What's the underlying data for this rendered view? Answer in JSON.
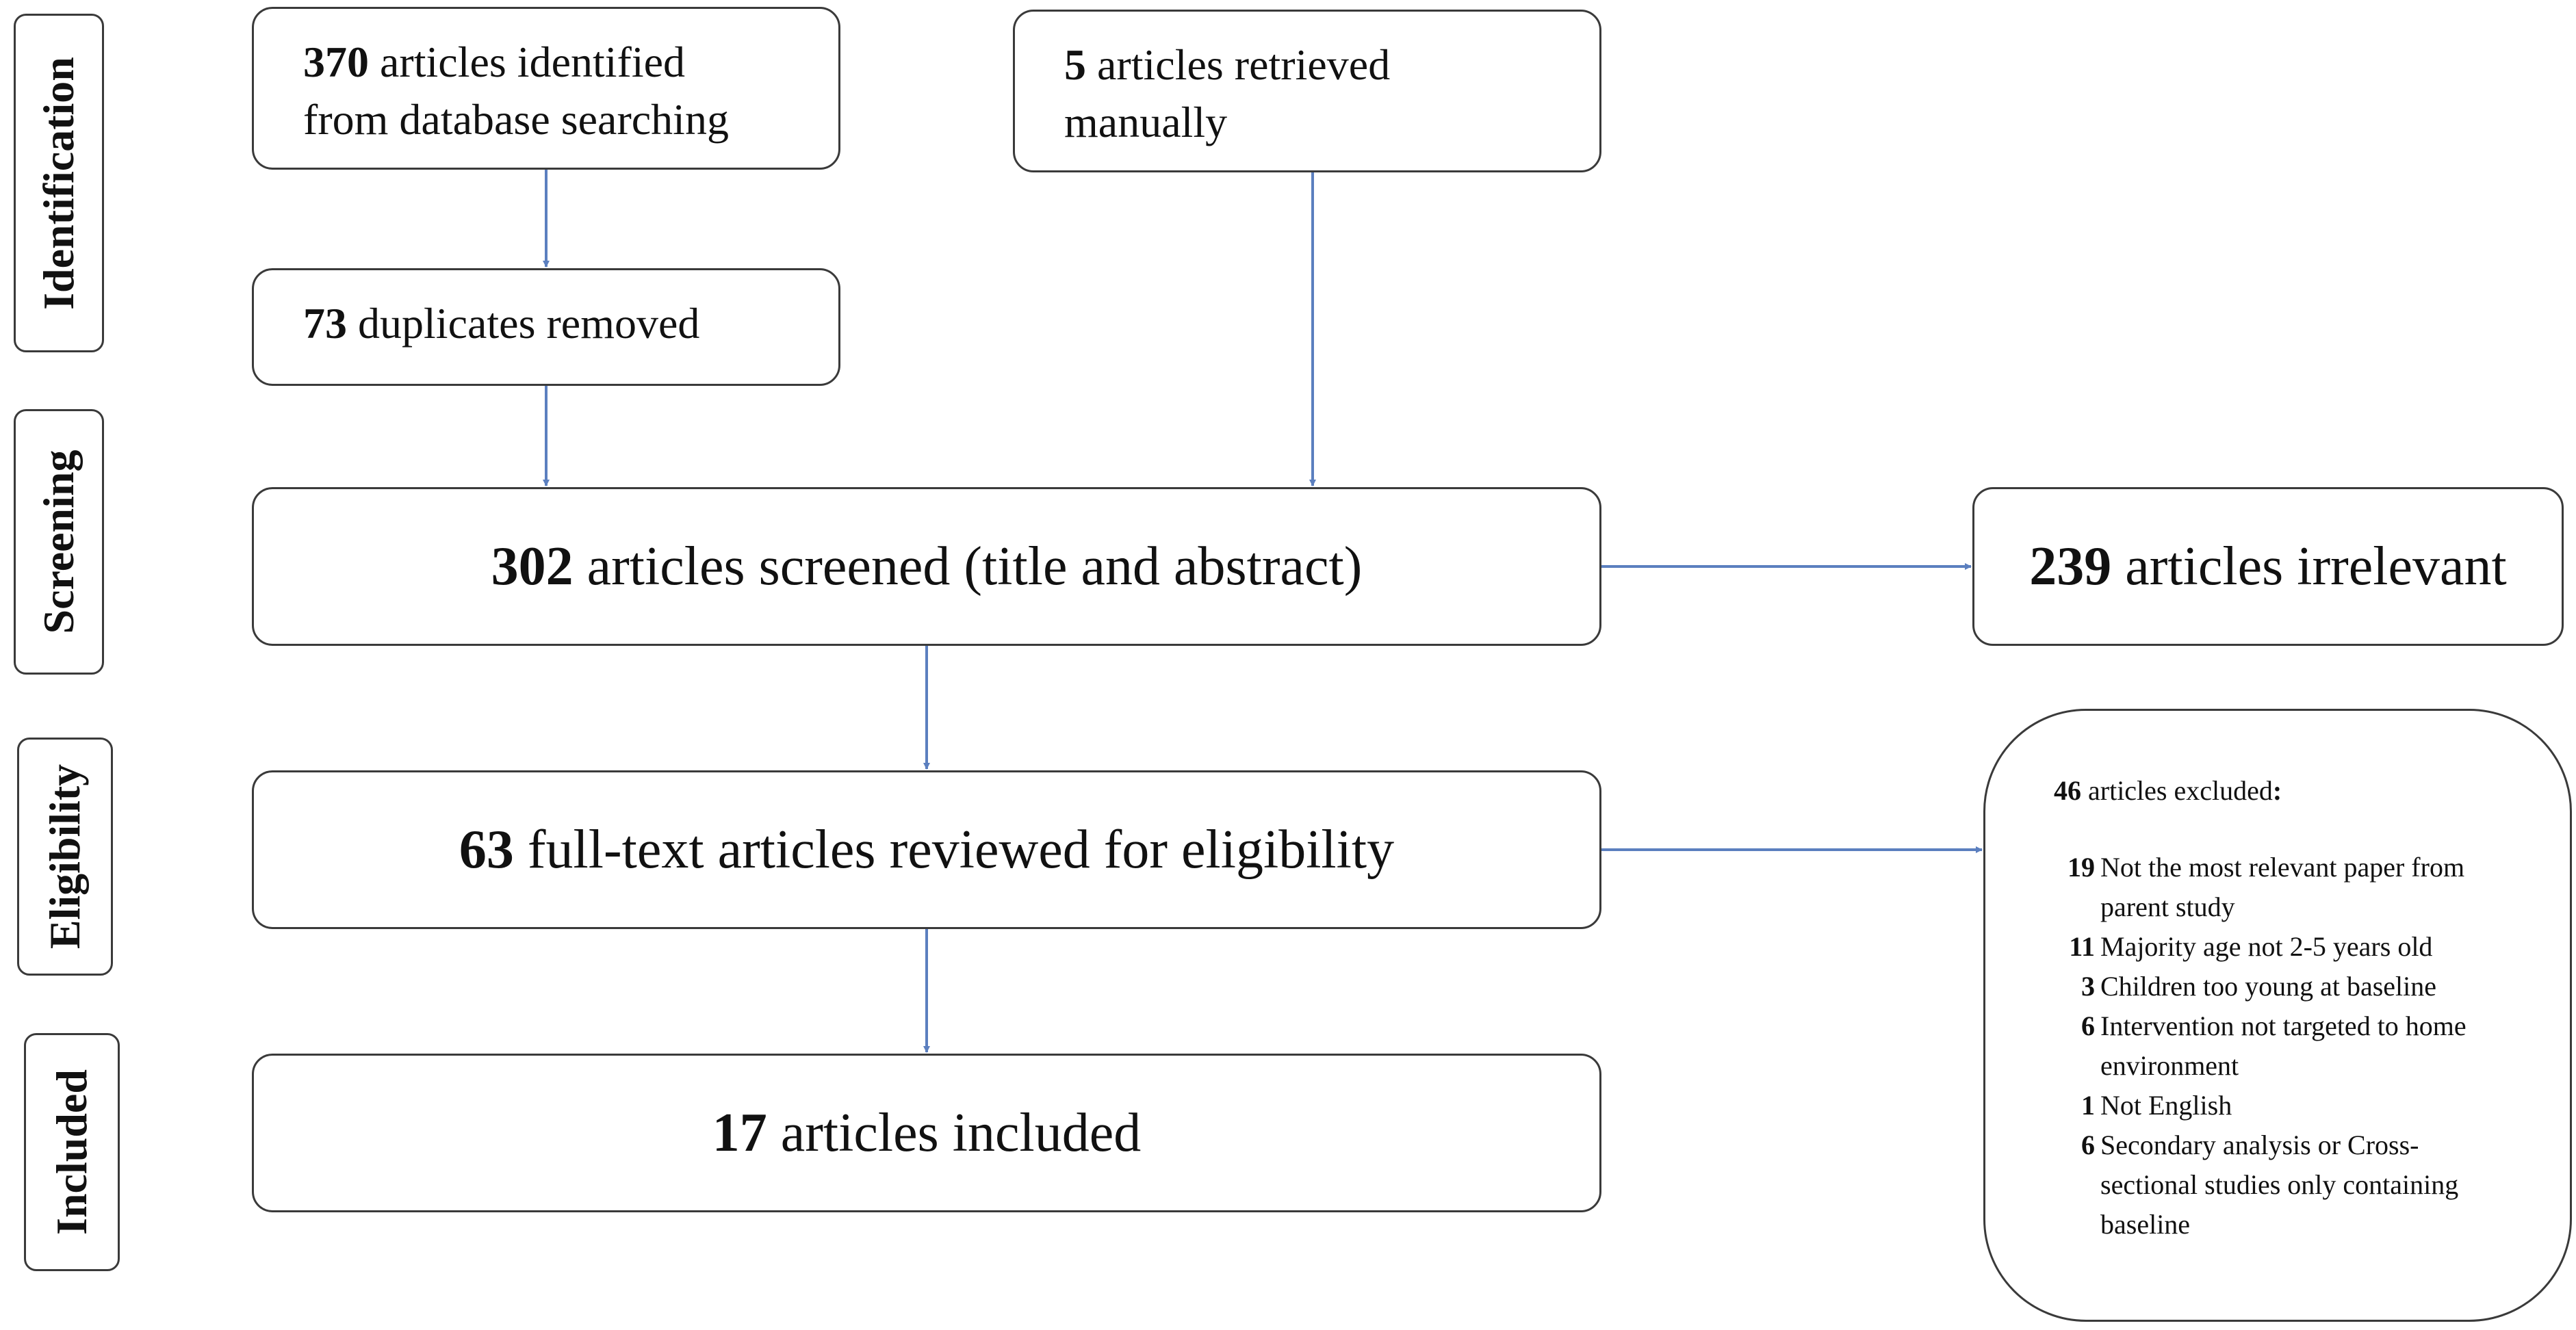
{
  "stages": {
    "identification": "Identification",
    "screening": "Screening",
    "eligibility": "Eligibility",
    "included": "Included"
  },
  "boxes": {
    "database": {
      "count": "370",
      "text_line1": "articles identified",
      "text_line2": "from database searching"
    },
    "manual": {
      "count": "5",
      "text_line1": "articles retrieved",
      "text_line2": "manually"
    },
    "duplicates": {
      "count": "73",
      "text": "duplicates removed"
    },
    "screened": {
      "count": "302",
      "text": "articles screened (title and abstract)"
    },
    "irrelevant": {
      "count": "239",
      "text": "articles irrelevant"
    },
    "fulltext": {
      "count": "63",
      "text": "full-text articles reviewed for eligibility"
    },
    "included": {
      "count": "17",
      "text": "articles included"
    }
  },
  "excluded": {
    "count": "46",
    "title": "articles excluded",
    "colon": ":",
    "reasons": [
      {
        "count": "19",
        "text": "Not the most relevant paper from parent study"
      },
      {
        "count": "11",
        "text": "Majority age not 2-5 years old"
      },
      {
        "count": "3",
        "text": "Children too young at baseline"
      },
      {
        "count": "6",
        "text": "Intervention not targeted to home environment"
      },
      {
        "count": "1",
        "text": "Not English"
      },
      {
        "count": "6",
        "text": "Secondary analysis or Cross-sectional studies only containing baseline"
      }
    ]
  },
  "colors": {
    "arrow": "#5b7fbf",
    "border": "#3a3a3a"
  }
}
